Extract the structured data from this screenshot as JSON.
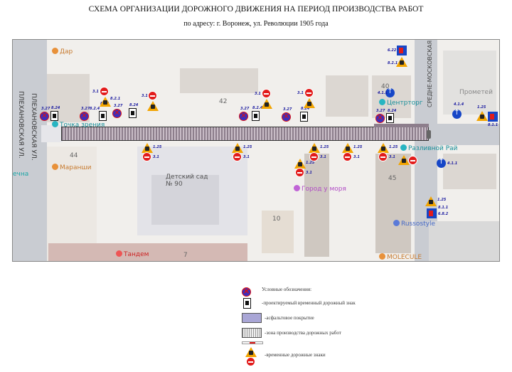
{
  "header": {
    "title": "СХЕМА  ОРГАНИЗАЦИИ ДОРОЖНОГО ДВИЖЕНИЯ НА ПЕРИОД ПРОИЗВОДСТВА РАБОТ",
    "subtitle": "по адресу: г. Воронеж, ул. Революции 1905 года"
  },
  "map": {
    "streets": {
      "left": "ПЛЕХАНОВСКАЯ УЛ.",
      "left2": "ПЛЕХАНОВСКАЯ УЛ.",
      "right": "СРЕДНЕ-МОСКОВСКАЯ",
      "edge": "ечна"
    },
    "houses": [
      "44",
      "42",
      "40",
      "45",
      "10",
      "7"
    ],
    "poi": {
      "dar": "Дар",
      "tochka": "Точка зрения",
      "maranshi": "Маранши",
      "sad": "Детский сад № 90",
      "gorod": "Город у моря",
      "tandem": "Тандем",
      "molecule": "MOLECULE",
      "russo": "Russostyle",
      "razliv": "Разливной Рай",
      "centr": "Центрторг",
      "prometey": "Прометей"
    },
    "signs": {
      "c327": "3.27",
      "c824": "8.24",
      "c8241": "8.2.4",
      "c31": "3.1",
      "c125": "1.25",
      "c411": "4.1.1",
      "c414": "4.1.4",
      "c622": "6.22",
      "c811": "8.1.1",
      "c682": "6.8.2",
      "c621": "8.2.1"
    }
  },
  "legend": {
    "title": "Условные обозначения:",
    "temp_sign": "-проектируемый временный дорожный знак",
    "asphalt": "-асфальтовое покрытие",
    "zone": "-зона производства дорожных работ",
    "temp_road_signs": "-временные дорожные знаки"
  },
  "colors": {
    "zone": "#8d7e8c",
    "asphalt": "#a9a6d6",
    "accent": "#e21b1b"
  }
}
